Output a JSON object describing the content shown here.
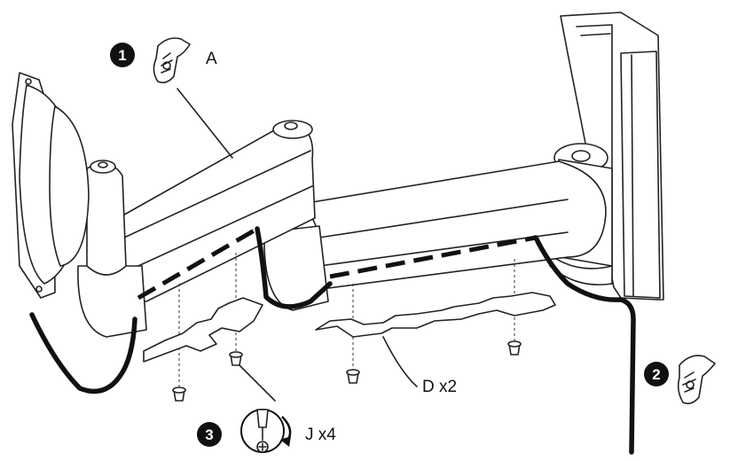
{
  "callouts": [
    {
      "number": "1",
      "label": "A",
      "icon": "hand-cable-tie-icon"
    },
    {
      "number": "2",
      "label": "",
      "icon": "hand-cable-tie-icon"
    },
    {
      "number": "3",
      "label": "J x4",
      "icon": "screwdriver-rotate-icon"
    }
  ],
  "part_labels": {
    "cover": "D x2"
  }
}
